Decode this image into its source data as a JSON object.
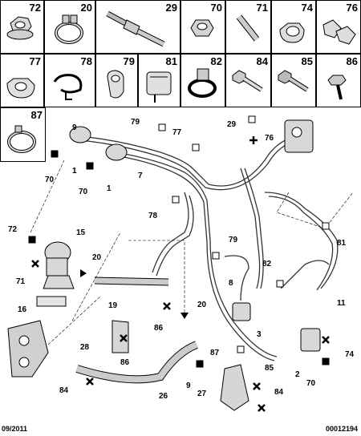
{
  "parts_grid": {
    "row1": [
      "72",
      "20",
      "29",
      "70",
      "71",
      "74",
      "76"
    ],
    "row2": [
      "77",
      "78",
      "79",
      "81",
      "82",
      "84",
      "85",
      "86"
    ],
    "row3": [
      "87"
    ]
  },
  "callouts": {
    "c29": "29",
    "c76": "76",
    "c79": "79",
    "c77": "77",
    "c9": "9",
    "c70a": "70",
    "c70b": "70",
    "c1a": "1",
    "c1b": "1",
    "c7": "7",
    "c78": "78",
    "c72": "72",
    "c15": "15",
    "c71": "71",
    "c20a": "20",
    "c16": "16",
    "c19": "19",
    "c86a": "86",
    "c28": "28",
    "c86b": "86",
    "c20b": "20",
    "c79b": "79",
    "c8": "8",
    "c82": "82",
    "c81": "81",
    "c3": "3",
    "c11": "11",
    "c74": "74",
    "c2": "2",
    "c70c": "70",
    "c87": "87",
    "c85": "85",
    "c9b": "9",
    "c27": "27",
    "c84a": "84",
    "c84b": "84",
    "c26": "26"
  },
  "footer": {
    "date": "09/2011",
    "code": "00012194"
  }
}
